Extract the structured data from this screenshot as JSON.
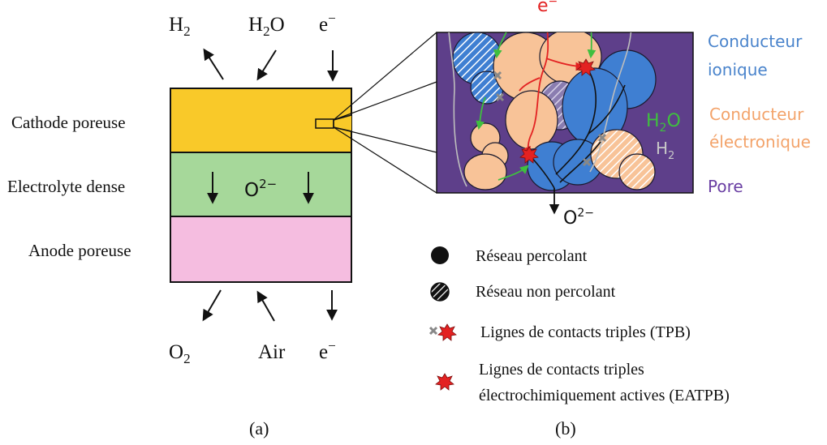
{
  "panel_a": {
    "top_labels": {
      "h2": "H",
      "h2_sub": "2",
      "h2o": "H",
      "h2o_sub": "2",
      "h2o_o": "O",
      "electron": "e",
      "electron_sup": "−"
    },
    "layers": {
      "cathode": "Cathode poreuse",
      "electrolyte": "Electrolyte dense",
      "anode": "Anode poreuse"
    },
    "ion": {
      "base": "O",
      "sup": "2−"
    },
    "bottom_labels": {
      "o2": "O",
      "o2_sub": "2",
      "air": "Air",
      "electron": "e",
      "electron_sup": "−"
    },
    "caption": "(a)",
    "colors": {
      "cathode": "#f9c929",
      "electrolyte": "#a6d89a",
      "anode": "#f5bde0"
    }
  },
  "panel_b": {
    "electron_top": {
      "base": "e",
      "sup": "−"
    },
    "ion_bottom": {
      "base": "O",
      "sup": "2−"
    },
    "side_labels": {
      "ionic_1": "Conducteur",
      "ionic_2": "ionique",
      "electronic_1": "Conducteur",
      "electronic_2": "électronique",
      "water": "H",
      "water_sub": "2",
      "water_o": "O",
      "hydrogen": "H",
      "hydrogen_sub": "2",
      "pore": "Pore"
    },
    "legend": {
      "percolating": "Réseau percolant",
      "non_percolating": "Réseau non percolant",
      "tpb": "Lignes de contacts triples (TPB)",
      "eatpb_1": "Lignes de contacts triples",
      "eatpb_2": "électrochimiquement actives (EATPB)"
    },
    "caption": "(b)",
    "colors": {
      "pore": "#5e3f8a",
      "ionic": "#3f7fd2",
      "electronic": "#f8c398",
      "ionic_label": "#4a84cc",
      "electronic_label": "#f3a36a",
      "water_label": "#3fbf3f",
      "hydrogen_label": "#c8c8c8",
      "pore_label": "#6a3fa3",
      "electron": "#e32222"
    }
  }
}
